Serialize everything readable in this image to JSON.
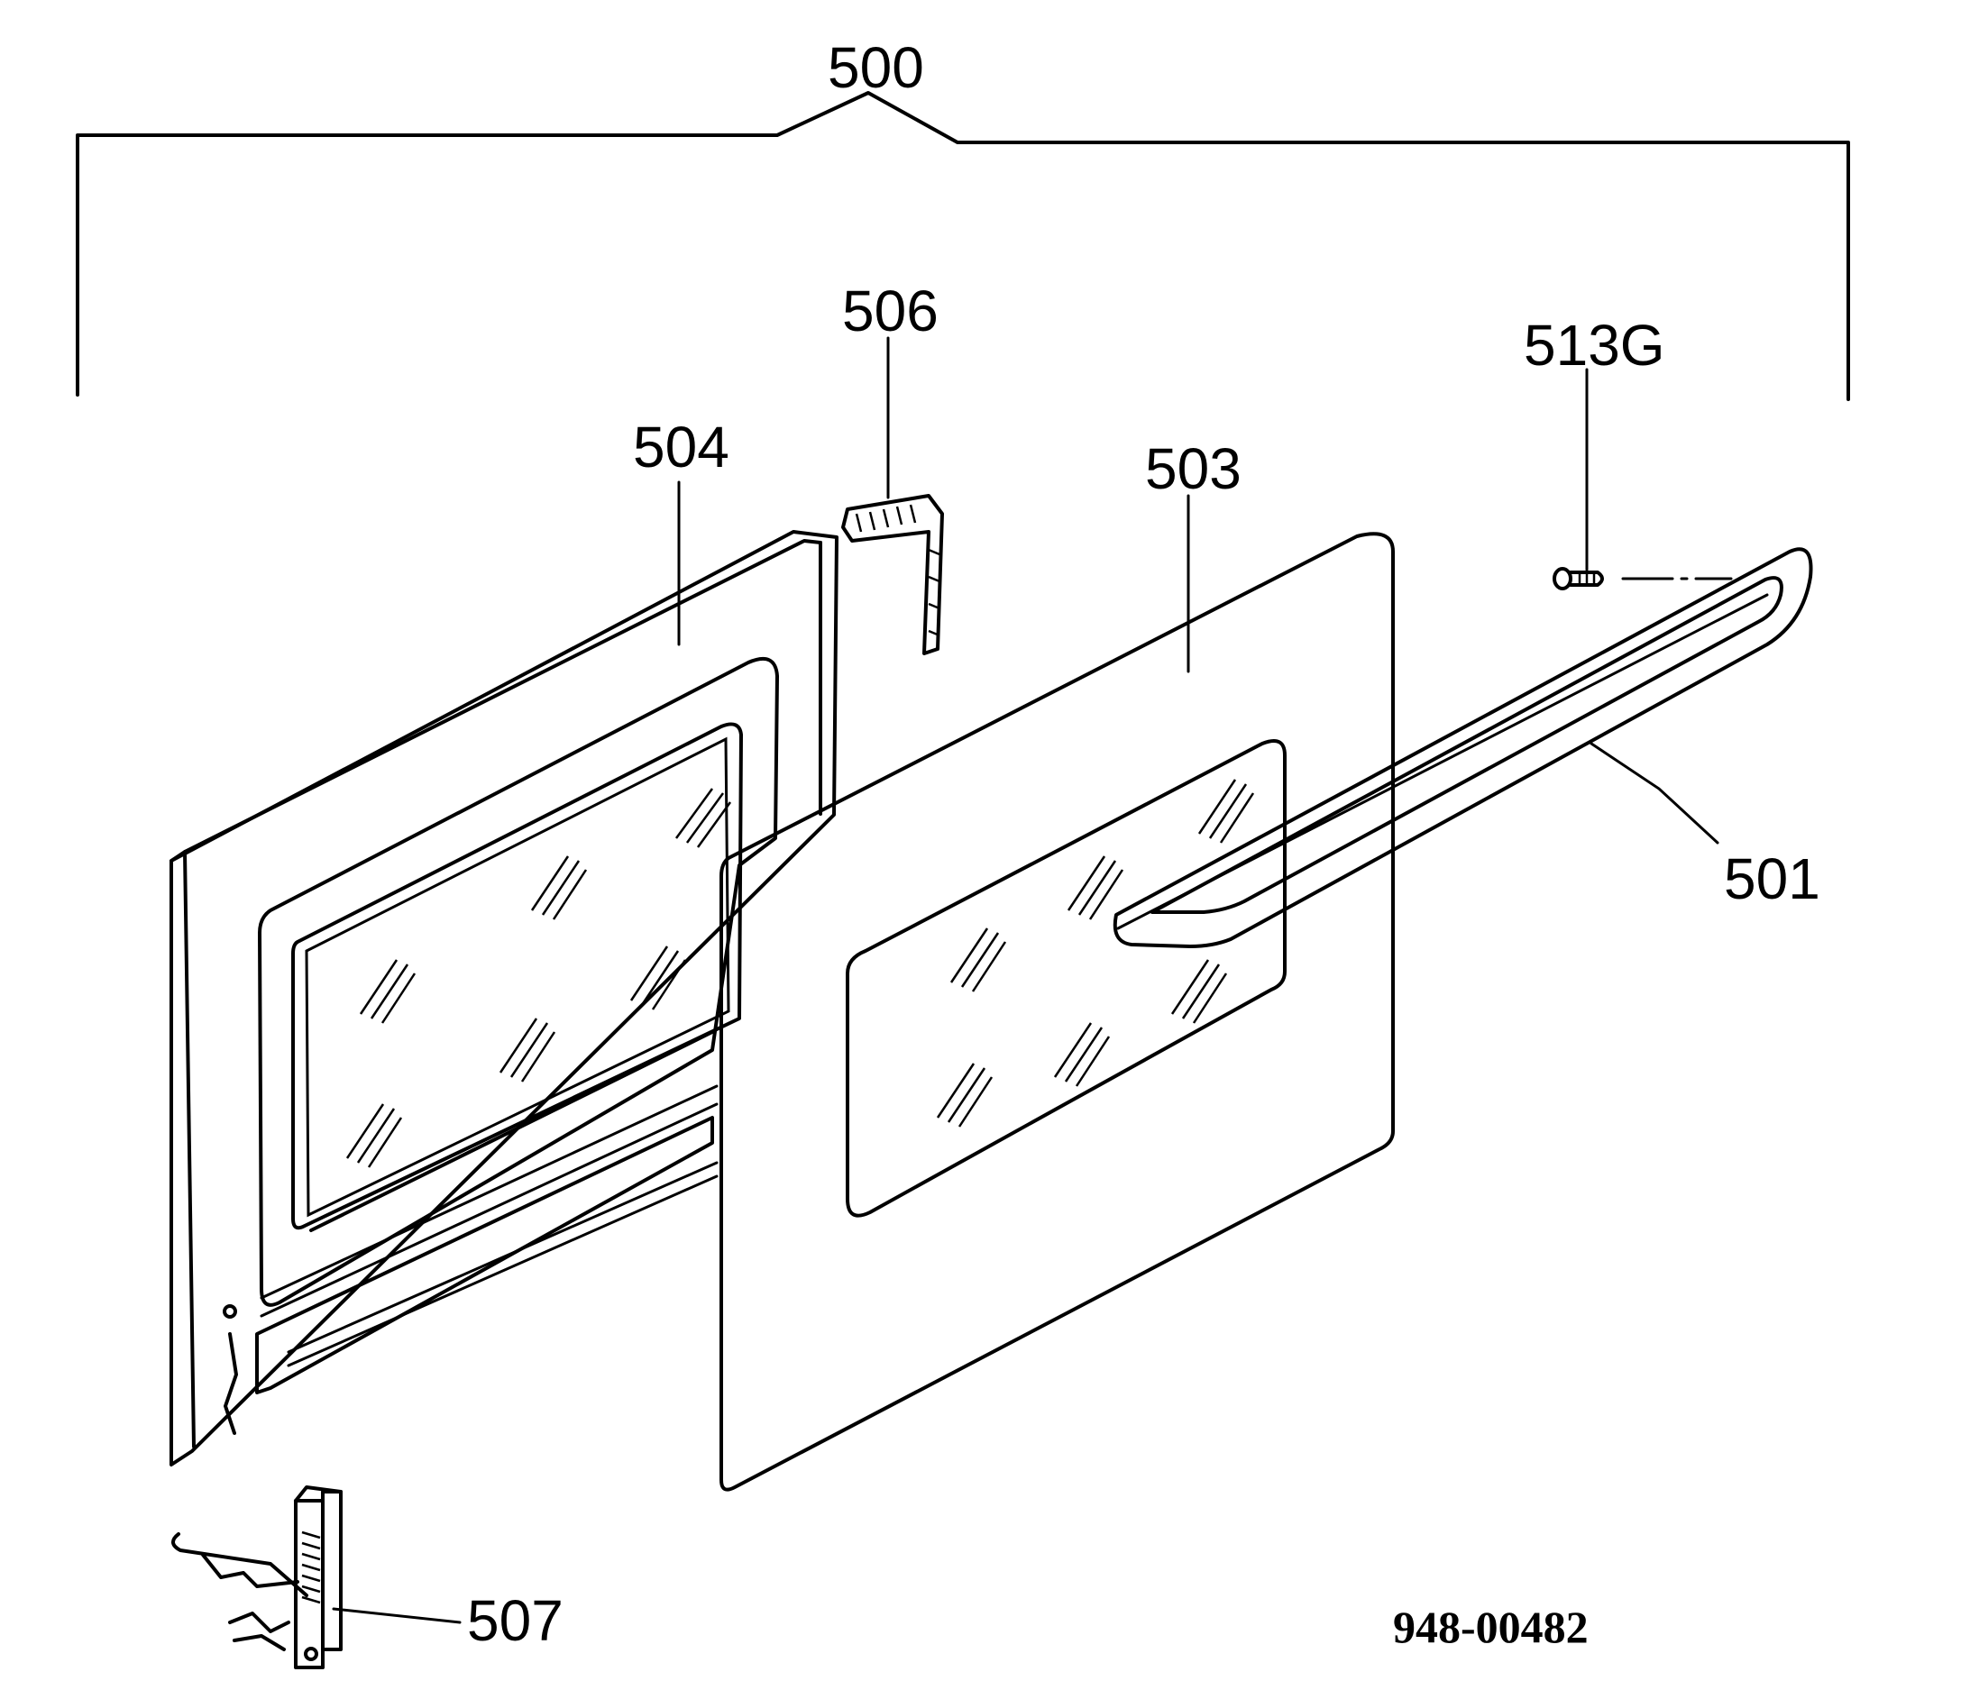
{
  "diagram": {
    "labels": {
      "assembly": "500",
      "handle": "501",
      "outer_glass_panel": "503",
      "inner_door_frame": "504",
      "seal_strip": "506",
      "hinge": "507",
      "screw": "513G"
    },
    "drawing_code": "948-00482"
  }
}
